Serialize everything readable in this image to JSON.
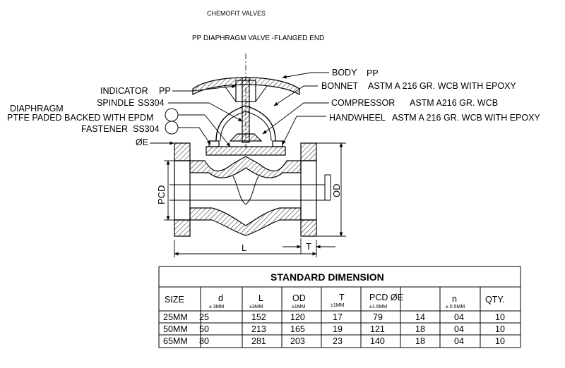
{
  "header": {
    "company": "CHEMOFIT VALVES",
    "title": "PP DIAPHRAGM VALVE -FLANGED END"
  },
  "callouts": {
    "body": {
      "name": "BODY",
      "material": "PP"
    },
    "indicator": {
      "name": "INDICATOR",
      "material": "PP"
    },
    "bonnet": {
      "name": "BONNET",
      "material": "ASTM A 216 GR. WCB WITH EPOXY"
    },
    "spindle": {
      "name": "SPINDLE",
      "material": "SS304"
    },
    "compressor": {
      "name": "COMPRESSOR",
      "material": "ASTM A216 GR. WCB"
    },
    "diaphragm": {
      "name": "DIAPHRAGM",
      "material": "PTFE PADED BACKED WITH EPDM"
    },
    "handwheel": {
      "name": "HANDWHEEL",
      "material": "ASTM A 216 GR. WCB WITH EPOXY"
    },
    "fastener": {
      "name": "FASTENER",
      "material": "SS304"
    },
    "oe": "ØE"
  },
  "dimension_labels": {
    "pcd": "PCD",
    "od": "OD",
    "l": "L",
    "t": "T"
  },
  "table": {
    "title": "STANDARD DIMENSION",
    "headers": [
      {
        "label": "SIZE",
        "tol": ""
      },
      {
        "label": "d",
        "tol": "± 3MM"
      },
      {
        "label": "L",
        "tol": "±3MM"
      },
      {
        "label": "OD",
        "tol": "±1MM"
      },
      {
        "label": "T",
        "tol": "±1MM"
      },
      {
        "label": "PCD ØE",
        "tol": "±1.6MM"
      },
      {
        "label": "n",
        "tol": "± 0.5MM"
      },
      {
        "label": "QTY.",
        "tol": ""
      }
    ],
    "rows": [
      {
        "size": "25MM",
        "d": "25",
        "l": "152",
        "od": "120",
        "t": "17",
        "pcd": "79",
        "e": "14",
        "n": "04",
        "qty": "10"
      },
      {
        "size": "50MM",
        "d": "50",
        "l": "213",
        "od": "165",
        "t": "19",
        "pcd": "121",
        "e": "18",
        "n": "04",
        "qty": "10"
      },
      {
        "size": "65MM",
        "d": "80",
        "l": "281",
        "od": "203",
        "t": "23",
        "pcd": "140",
        "e": "18",
        "n": "04",
        "qty": "10"
      }
    ]
  }
}
